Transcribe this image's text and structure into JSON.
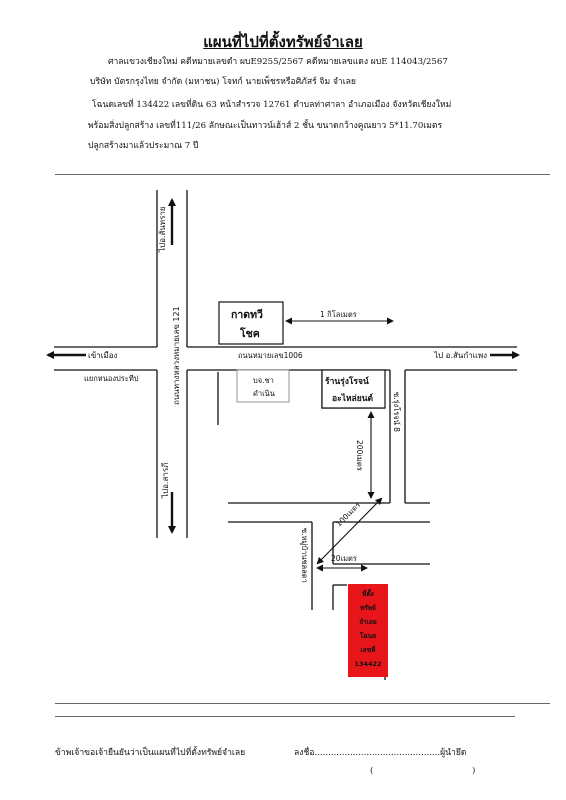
{
  "title": "แผนที่ไปที่ตั้งทรัพย์จำเลย",
  "header": {
    "line1": "ศาลแขวงเชียงใหม่  คดีหมายเลขดำ ผบE9255/2567    คดีหมายเลขแดง  ผบE 114043/2567",
    "line2": "บริษัท บัตรกรุงไทย  จำกัด (มหาชน) โจทก์ นายเพ็ชรหรือศิภัสร์  จิม จำเลย",
    "line3": "โฉนดเลขที่ 134422 เลขที่ดิน 63 หน้าสำรวจ 12761 ตำบลท่าศาลา อำเภอเมือง  จังหวัดเชียงใหม่",
    "line4": "พร้อมสิ่งปลูกสร้าง เลขที่111/26 ลักษณะเป็นทาวน์เฮ้าส์ 2 ชั้น ขนาดกว้างคูณยาว 5*11.70เมตร",
    "line5": "ปลูกสร้างมาแล้วประมาณ 7 ปี"
  },
  "map": {
    "north_road": "ไปอ.สันทราย",
    "south_road": "ไปอ.สารภี",
    "highway": "ถนนทางหลวงหมายเลข 121",
    "main_road": "ถนนหมายเลข1006",
    "west_dest": "เข้าเมือง",
    "east_dest": "ไป อ.สันกำแพง",
    "west_junction": "แยกหนองประทีป",
    "landmark_1": "กาดทวี",
    "landmark_1b": "โชค",
    "distance_1km": "1 กิโลเมตร",
    "company_1": "บจ.ชา",
    "company_2": "ดำเนิน",
    "shop_1": "ร้านรุ่งโรจน์",
    "shop_2": "อะไหล่ยนต์",
    "soi_right": "ซ.รุ่งโรจน์ 8",
    "dist_200": "200เมตร",
    "dist_100": "100เมตร",
    "dist_20": "20เมตร",
    "soi_left": "ซ.หมู่บ้านชลลดา",
    "property_label": [
      "ที่ตั้ง",
      "ทรัพย์",
      "จำเลย",
      "โฉนด",
      "เลขที่",
      "134422"
    ],
    "property_color": "#e8161b"
  },
  "footer": {
    "certify": "ข้าพเจ้าขอเจ้ายืนยันว่าเป็นแผนที่ไปที่ตั้งทรัพย์จำเลย",
    "sign": "ลงชื่อ..............................................ผู้นำยึด",
    "paren_open": "(",
    "paren_close": ")"
  }
}
